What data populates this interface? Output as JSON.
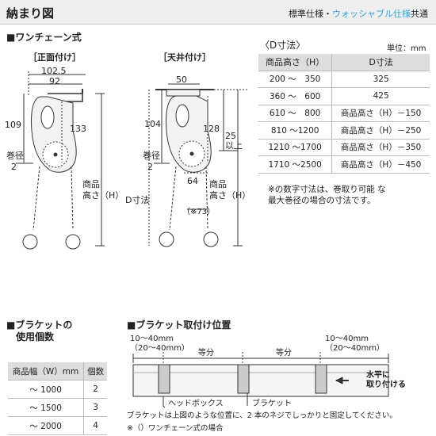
{
  "header": {
    "title": "納まり図",
    "spec_standard": "標準仕様・",
    "spec_washable": "ウォッシャブル仕様",
    "spec_common": "共通"
  },
  "one_chain": {
    "section_title": "■ワンチェーン式",
    "front": {
      "label": "［正面付け］",
      "dim_width_outer": "102.5",
      "dim_width_inner": "92",
      "dim_height_total": "109",
      "dim_height_bracket": "133",
      "roll_label": "巻径",
      "roll_value": "2",
      "product_height": "商品\n高さ（H）"
    },
    "ceiling": {
      "label": "［天井付け］",
      "dim_width": "50",
      "dim_height_total": "104",
      "dim_height_bracket": "128",
      "dim_side": "25\n以上",
      "dim_roll_depth": "64",
      "dim_chain": "（※73）",
      "roll_label": "巻径",
      "roll_value": "2",
      "d_label": "D寸法",
      "product_height": "商品\n高さ（H）"
    }
  },
  "d_dimension": {
    "title": "〈D寸法〉",
    "unit": "単位：mm",
    "headers": [
      "商品高さ（H）",
      "D寸法"
    ],
    "rows": [
      [
        "200 ～　350",
        "325"
      ],
      [
        "360 ～　600",
        "425"
      ],
      [
        "610 ～　800",
        "商品高さ（H）－150"
      ],
      [
        "810 ～1200",
        "商品高さ（H）－250"
      ],
      [
        "1210 ～1700",
        "商品高さ（H）－350"
      ],
      [
        "1710 ～2500",
        "商品高さ（H）－450"
      ]
    ],
    "note": "※の数字寸法は、巻取り可能 な\n最大巻径の場合の寸法です。"
  },
  "bracket_count": {
    "title": "■ブラケットの\n　使用個数",
    "headers": [
      "商品幅（W）mm",
      "個数"
    ],
    "rows": [
      [
        "～ 1000",
        "2"
      ],
      [
        "～ 1500",
        "3"
      ],
      [
        "～ 2000",
        "4"
      ]
    ]
  },
  "bracket_position": {
    "title": "■ブラケット取付け位置",
    "left_range": "10～40mm\n（20～40mm）",
    "right_range": "10～40mm\n（20～40mm）",
    "equal1": "等分",
    "equal2": "等分",
    "head_box": "ヘッドボックス",
    "bracket": "ブラケット",
    "level": "水平に\n取り付ける",
    "note1": "ブラケットは上図のような位置に、2 本のネジでしっかりと固定してください。",
    "note2": "※（）ワンチェーン式の場合"
  },
  "colors": {
    "accent": "#2ba7d8",
    "header_bg": "#eeeeee",
    "table_head": "#dddddd"
  }
}
